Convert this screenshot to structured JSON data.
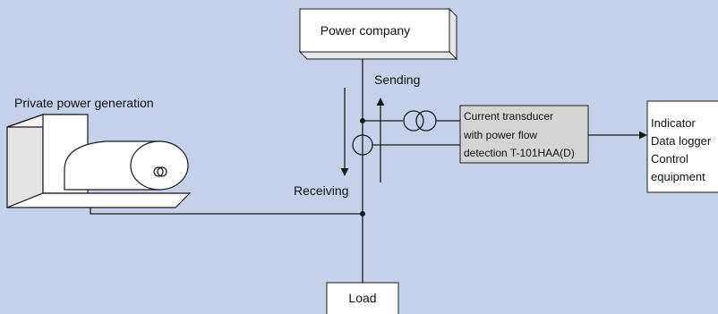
{
  "diagram": {
    "background_color": "#c5d0ea",
    "box_fill_white": "#ffffff",
    "box_fill_gray": "#d4d4d4",
    "line_color": "#1a1a1a",
    "labels": {
      "power_company": "Power company",
      "sending": "Sending",
      "receiving": "Receiving",
      "private_generation": "Private power generation",
      "transducer_lines": [
        "Current transducer",
        "with power flow",
        "detection T-101HAA(D)"
      ],
      "output_lines": [
        "Indicator",
        "Data logger",
        "Control",
        "equipment"
      ],
      "load": "Load"
    }
  }
}
